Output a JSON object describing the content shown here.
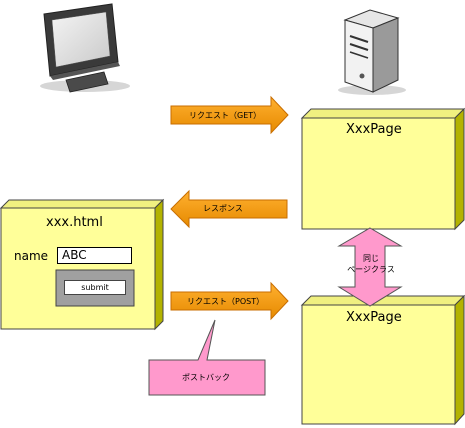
{
  "client": {
    "icon": "monitor-icon"
  },
  "server": {
    "icon": "server-icon"
  },
  "arrows": {
    "request_get": "リクエスト（GET）",
    "response": "レスポンス",
    "request_post": "リクエスト（POST）"
  },
  "client_page": {
    "title": "xxx.html",
    "field_label": "name",
    "field_value": "ABC",
    "submit_label": "submit"
  },
  "server_pages": {
    "top_title": "XxxPage",
    "bottom_title": "XxxPage"
  },
  "same_class_label": "同じ\nページクラス",
  "postback_label": "ポストバック",
  "colors": {
    "box_fill": "#FFFF99",
    "box_shadow": "#B3B300",
    "arrow_fill": "#FF9900",
    "pink": "#FF99CC"
  }
}
